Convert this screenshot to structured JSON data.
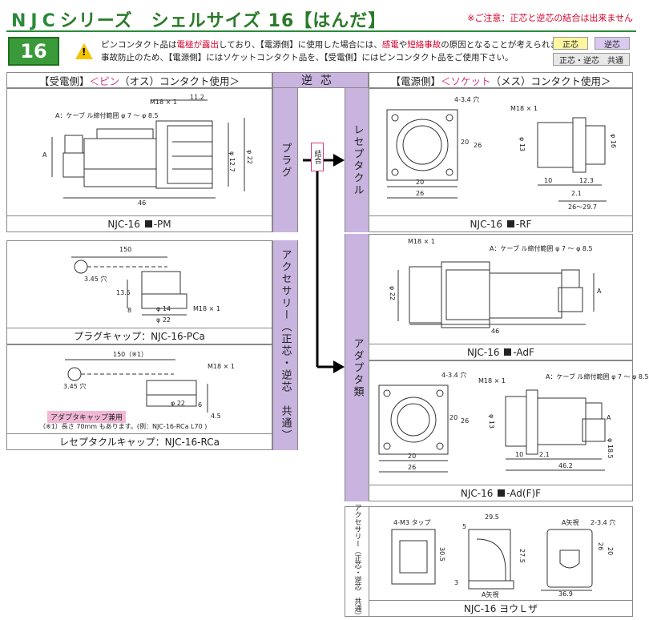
{
  "header": {
    "title_series": "NJC",
    "title_rest": "シリーズ　シェルサイズ 16【はんだ】",
    "caution": "※ご注意：正芯と逆芯の結合は出来ません",
    "size": "16",
    "warning_lines": [
      [
        "ピンコンタクト品は",
        "電極が露出",
        "しており、【電源側】に使用した場合には、",
        "感電",
        "や",
        "短絡事故",
        "の原因となることが考えられます。"
      ],
      [
        "事故防止のため、【電源側】にはソケットコンタクト品を、【受電側】にはピンコンタクト品をご使用下さい。"
      ]
    ],
    "legend_seishin": "正芯",
    "legend_gyakushin": "逆芯",
    "legend_kyotsu": "正芯・逆芯　共通"
  },
  "colors": {
    "green": "#2a8a3a",
    "red": "#d4002a",
    "lavender": "#c9b4e0",
    "pink": "#d43a86",
    "yellow": "#fff6a0"
  },
  "columns": {
    "left_header_a": "【受電側】",
    "left_header_b": "＜ピン",
    "left_header_c": "（オス）コンタクト使用＞",
    "mid_header": "逆芯",
    "right_header_a": "【電源側】",
    "right_header_b": "＜ソケット",
    "right_header_c": "（メス）コンタクト使用＞"
  },
  "side_labels": {
    "plug": "プラグ",
    "accessory": "アクセサリー（正芯・逆芯　共通）",
    "receptacle": "レセプタクル",
    "adapter": "アダプタ類",
    "accessory2": "アクセサリー（正芯・逆芯　共通）",
    "connect": "結合"
  },
  "parts": {
    "pm": {
      "a": "NJC-16",
      "b": "-PM"
    },
    "pca": "プラグキャップ：NJC-16-PCa",
    "rca": "レセプタクルキャップ：NJC-16-RCa",
    "rf": {
      "a": "NJC-16",
      "b": "-RF"
    },
    "adf": {
      "a": "NJC-16",
      "b": "-AdF"
    },
    "adff": {
      "a": "NJC-16",
      "b": "-Ad(F)F"
    },
    "yoke": "NJC-16 ヨウＬザ"
  },
  "dims": {
    "pm_thread": "M18 × 1",
    "pm_11": "11.2",
    "pm_cable": "A：ケーブ ル締付範囲 φ 7 〜 φ 8.5",
    "pm_46": "46",
    "pm_a": "A",
    "pm_127": "φ 12.7",
    "pm_22": "φ 22",
    "pca_150": "150",
    "pca_345": "3.45 穴",
    "pca_135": "13.5",
    "pca_8": "8",
    "pca_14": "φ 14",
    "pca_22": "φ 22",
    "pca_m18": "M18 × 1",
    "rca_150": "150（※1）",
    "rca_m18": "M18 × 1",
    "rca_345": "3.45 穴",
    "rca_22": "φ 22",
    "rca_6": "6",
    "rca_45": "4.5",
    "rca_badge": "アダプタキャップ兼用",
    "rca_note": "（※1）長さ 70mm もあります。(例：NJC-16-RCa L70 )",
    "rf_hole": "4-3.4 穴",
    "rf_m18": "M18 × 1",
    "rf_20": "20",
    "rf_26": "26",
    "rf_13": "φ 13",
    "rf_16": "φ 16",
    "rf_10": "10",
    "rf_123": "12.3",
    "rf_21": "2.1",
    "rf_range": "26〜29.7",
    "adf_m18": "M18 × 1",
    "adf_cable": "A：ケーブ ル締付範囲 φ 7 〜 φ 8.5",
    "adf_22": "φ 22",
    "adf_a": "A",
    "adf_46": "46",
    "adff_hole": "4-3.4 穴",
    "adff_m18": "M18 × 1",
    "adff_cable": "A：ケーブ ル締付範囲 φ 7 〜 φ 8.5",
    "adff_20": "20",
    "adff_26": "26",
    "adff_13": "φ 13",
    "adff_10": "10",
    "adff_21": "2.1",
    "adff_462": "46.2",
    "adff_a": "A",
    "adff_185": "φ 18.5",
    "yoke_tap": "4-M3 タップ",
    "yoke_295": "29.5",
    "yoke_5": "5",
    "yoke_305": "30.5",
    "yoke_275": "27.5",
    "yoke_3": "3",
    "yoke_a1": "A矢視",
    "yoke_a2": "A矢視",
    "yoke_hole": "2-3.4 穴",
    "yoke_26": "26",
    "yoke_20": "20",
    "yoke_369": "36.9"
  }
}
